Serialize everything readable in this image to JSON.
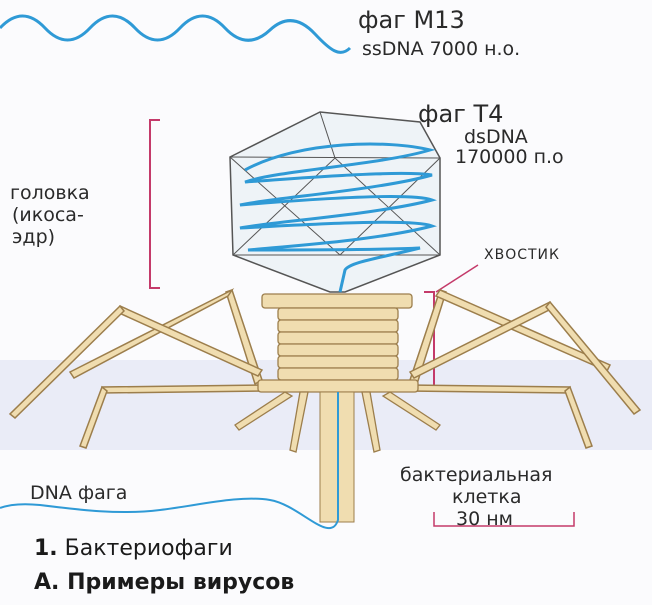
{
  "m13": {
    "name": "фаг M13",
    "genome": "ssDNA 7000 н.о."
  },
  "t4": {
    "name": "фаг T4",
    "genome_type": "dsDNA",
    "genome_size": "170000 п.о"
  },
  "labels": {
    "head_line1": "головка",
    "head_line2": "(икоса-",
    "head_line3": "эдр)",
    "tail": "хвостик",
    "phage_dna": "DNA фага",
    "cell_line1": "бактериальная",
    "cell_line2": "клетка",
    "scale": "30 нм"
  },
  "captions": {
    "fig_number": "1.",
    "fig_title": "Бактериофаги",
    "section_letter": "А.",
    "section_title": "Примеры вирусов"
  },
  "colors": {
    "dna": "#2f9ad6",
    "bracket": "#c43a6a",
    "phage_fill": "#f0ddb0",
    "phage_stroke": "#9c7e4c",
    "cell_band": "#dfe3f3"
  }
}
